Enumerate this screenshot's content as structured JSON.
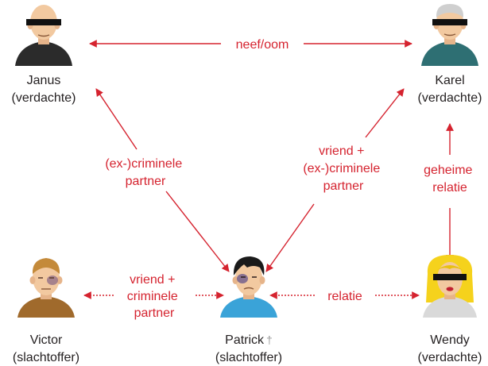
{
  "persons": {
    "janus": {
      "name": "Janus",
      "role": "(verdachte)"
    },
    "karel": {
      "name": "Karel",
      "role": "(verdachte)"
    },
    "victor": {
      "name": "Victor",
      "role": "(slachtoffer)"
    },
    "patrick": {
      "name": "Patrick",
      "dagger": "†",
      "role": "(slachtoffer)"
    },
    "wendy": {
      "name": "Wendy",
      "role": "(verdachte)"
    }
  },
  "relations": {
    "janus_karel": {
      "lines": [
        "neef/oom"
      ]
    },
    "janus_patrick": {
      "lines": [
        "(ex-)criminele",
        "partner"
      ]
    },
    "karel_patrick": {
      "lines": [
        "vriend +",
        "(ex-)criminele",
        "partner"
      ]
    },
    "karel_wendy": {
      "lines": [
        "geheime",
        "relatie"
      ]
    },
    "victor_patrick": {
      "lines": [
        "vriend +",
        "criminele",
        "partner"
      ]
    },
    "patrick_wendy": {
      "lines": [
        "relatie"
      ]
    }
  },
  "colors": {
    "relation": "#d5232f",
    "text": "#231f20",
    "blindfold": "#111111",
    "skin": "#f2c9a0",
    "patrick_shirt": "#3aa3d8",
    "karel_shirt": "#2e6f73",
    "janus_shirt": "#2b2b2b",
    "victor_shirt": "#a06a2c",
    "wendy_shirt": "#d9d9d9",
    "wendy_hair": "#f5d21c"
  },
  "icons": [
    "janus-avatar-icon",
    "karel-avatar-icon",
    "victor-avatar-icon",
    "patrick-avatar-icon",
    "wendy-avatar-icon"
  ]
}
